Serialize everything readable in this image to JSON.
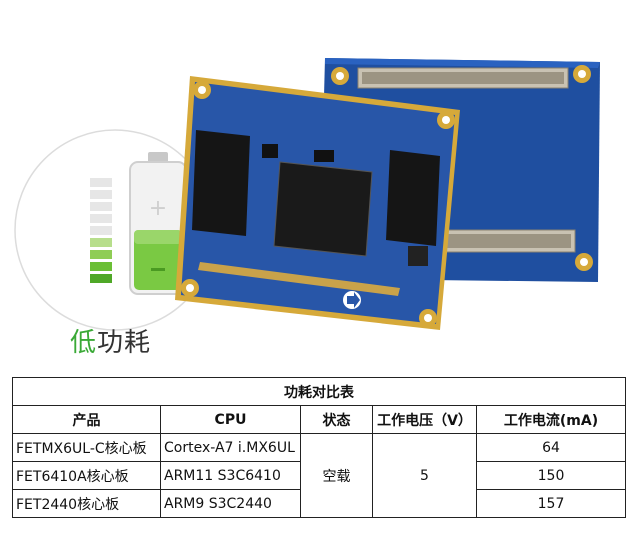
{
  "hero": {
    "badge_text": "低功耗",
    "badge_first_char": "低",
    "badge_rest": "功耗",
    "colors": {
      "battery_green": "#7ac943",
      "board_blue": "#1f4fa0",
      "gold": "#d6a93a"
    }
  },
  "table": {
    "title": "功耗对比表",
    "headers": [
      "产品",
      "CPU",
      "状态",
      "工作电压（V）",
      "工作电流(mA)"
    ],
    "state": "空载",
    "voltage": "5",
    "rows": [
      {
        "product": "FETMX6UL-C核心板",
        "cpu": "Cortex-A7 i.MX6UL",
        "current": "64"
      },
      {
        "product": "FET6410A核心板",
        "cpu": "ARM11 S3C6410",
        "current": "150"
      },
      {
        "product": "FET2440核心板",
        "cpu": "ARM9 S3C2440",
        "current": "157"
      }
    ]
  }
}
